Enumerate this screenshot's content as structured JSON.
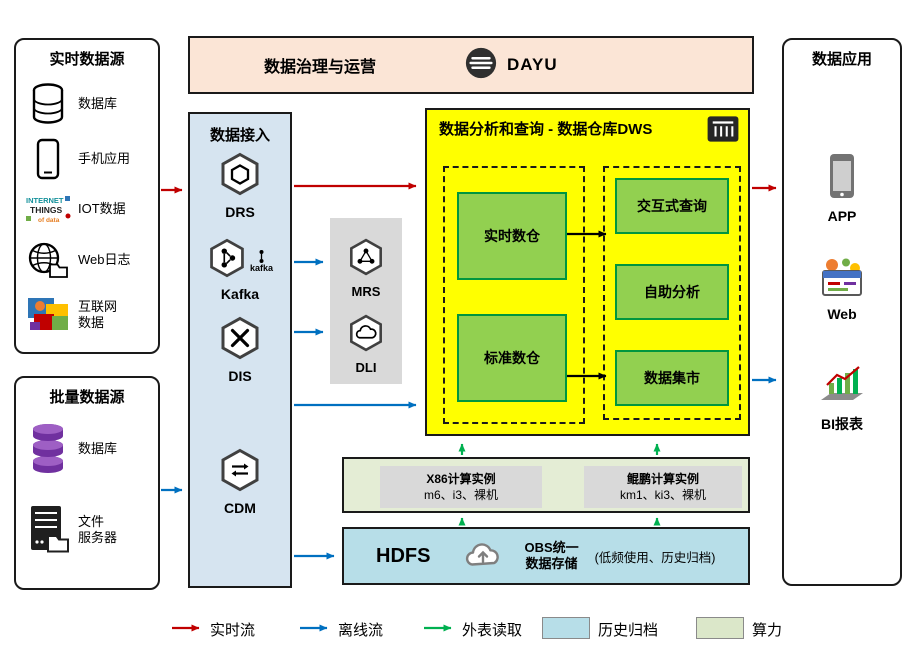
{
  "colors": {
    "realtime_flow": "#c00000",
    "offline_flow": "#0070c0",
    "external_read": "#00b050",
    "archive": "#b7dee8",
    "compute_power": "#dbe7c9",
    "dws_background": "#ffff00",
    "warehouse_green": "#92d050",
    "ingestion_blue": "#d6e4f0",
    "governance_peach": "#fbe5d6"
  },
  "realtime_sources": {
    "title": "实时数据源",
    "items": [
      {
        "label": "数据库",
        "icon": "database-icon"
      },
      {
        "label": "手机应用",
        "icon": "phone-icon"
      },
      {
        "label": "IOT数据",
        "icon": "iot-icon"
      },
      {
        "label": "Web日志",
        "icon": "weblog-icon"
      },
      {
        "label": "互联网\n数据",
        "icon": "internet-icon"
      }
    ]
  },
  "batch_sources": {
    "title": "批量数据源",
    "items": [
      {
        "label": "数据库",
        "icon": "purple-database-icon"
      },
      {
        "label": "文件\n服务器",
        "icon": "file-server-icon"
      }
    ]
  },
  "governance": {
    "title": "数据治理与运营",
    "logo_label": "DAYU"
  },
  "ingestion": {
    "title": "数据接入",
    "services": [
      {
        "label": "DRS"
      },
      {
        "label": "Kafka",
        "caption": "kafka"
      },
      {
        "label": "DIS"
      },
      {
        "label": "CDM"
      }
    ]
  },
  "processing": {
    "services": [
      {
        "label": "MRS"
      },
      {
        "label": "DLI"
      }
    ]
  },
  "dws": {
    "title": "数据分析和查询 - 数据仓库DWS",
    "warehouses": [
      {
        "label": "实时数仓"
      },
      {
        "label": "标准数仓"
      }
    ],
    "services": [
      {
        "label": "交互式查询"
      },
      {
        "label": "自助分析"
      },
      {
        "label": "数据集市"
      }
    ]
  },
  "compute": {
    "instances": [
      {
        "title": "X86计算实例",
        "subtitle": "m6、i3、裸机"
      },
      {
        "title": "鲲鹏计算实例",
        "subtitle": "km1、ki3、裸机"
      }
    ]
  },
  "storage": {
    "hdfs_label": "HDFS",
    "obs_label": "OBS统一\n数据存储",
    "note": "(低频使用、历史归档)"
  },
  "applications": {
    "title": "数据应用",
    "items": [
      {
        "label": "APP",
        "icon": "app-icon"
      },
      {
        "label": "Web",
        "icon": "web-icon"
      },
      {
        "label": "BI报表",
        "icon": "bi-report-icon"
      }
    ]
  },
  "legend": {
    "items": [
      {
        "label": "实时流",
        "type": "arrow",
        "color": "#c00000"
      },
      {
        "label": "离线流",
        "type": "arrow",
        "color": "#0070c0"
      },
      {
        "label": "外表读取",
        "type": "arrow",
        "color": "#00b050"
      },
      {
        "label": "历史归档",
        "type": "swatch",
        "color": "#b7dee8"
      },
      {
        "label": "算力",
        "type": "swatch",
        "color": "#dbe7c9"
      }
    ]
  }
}
